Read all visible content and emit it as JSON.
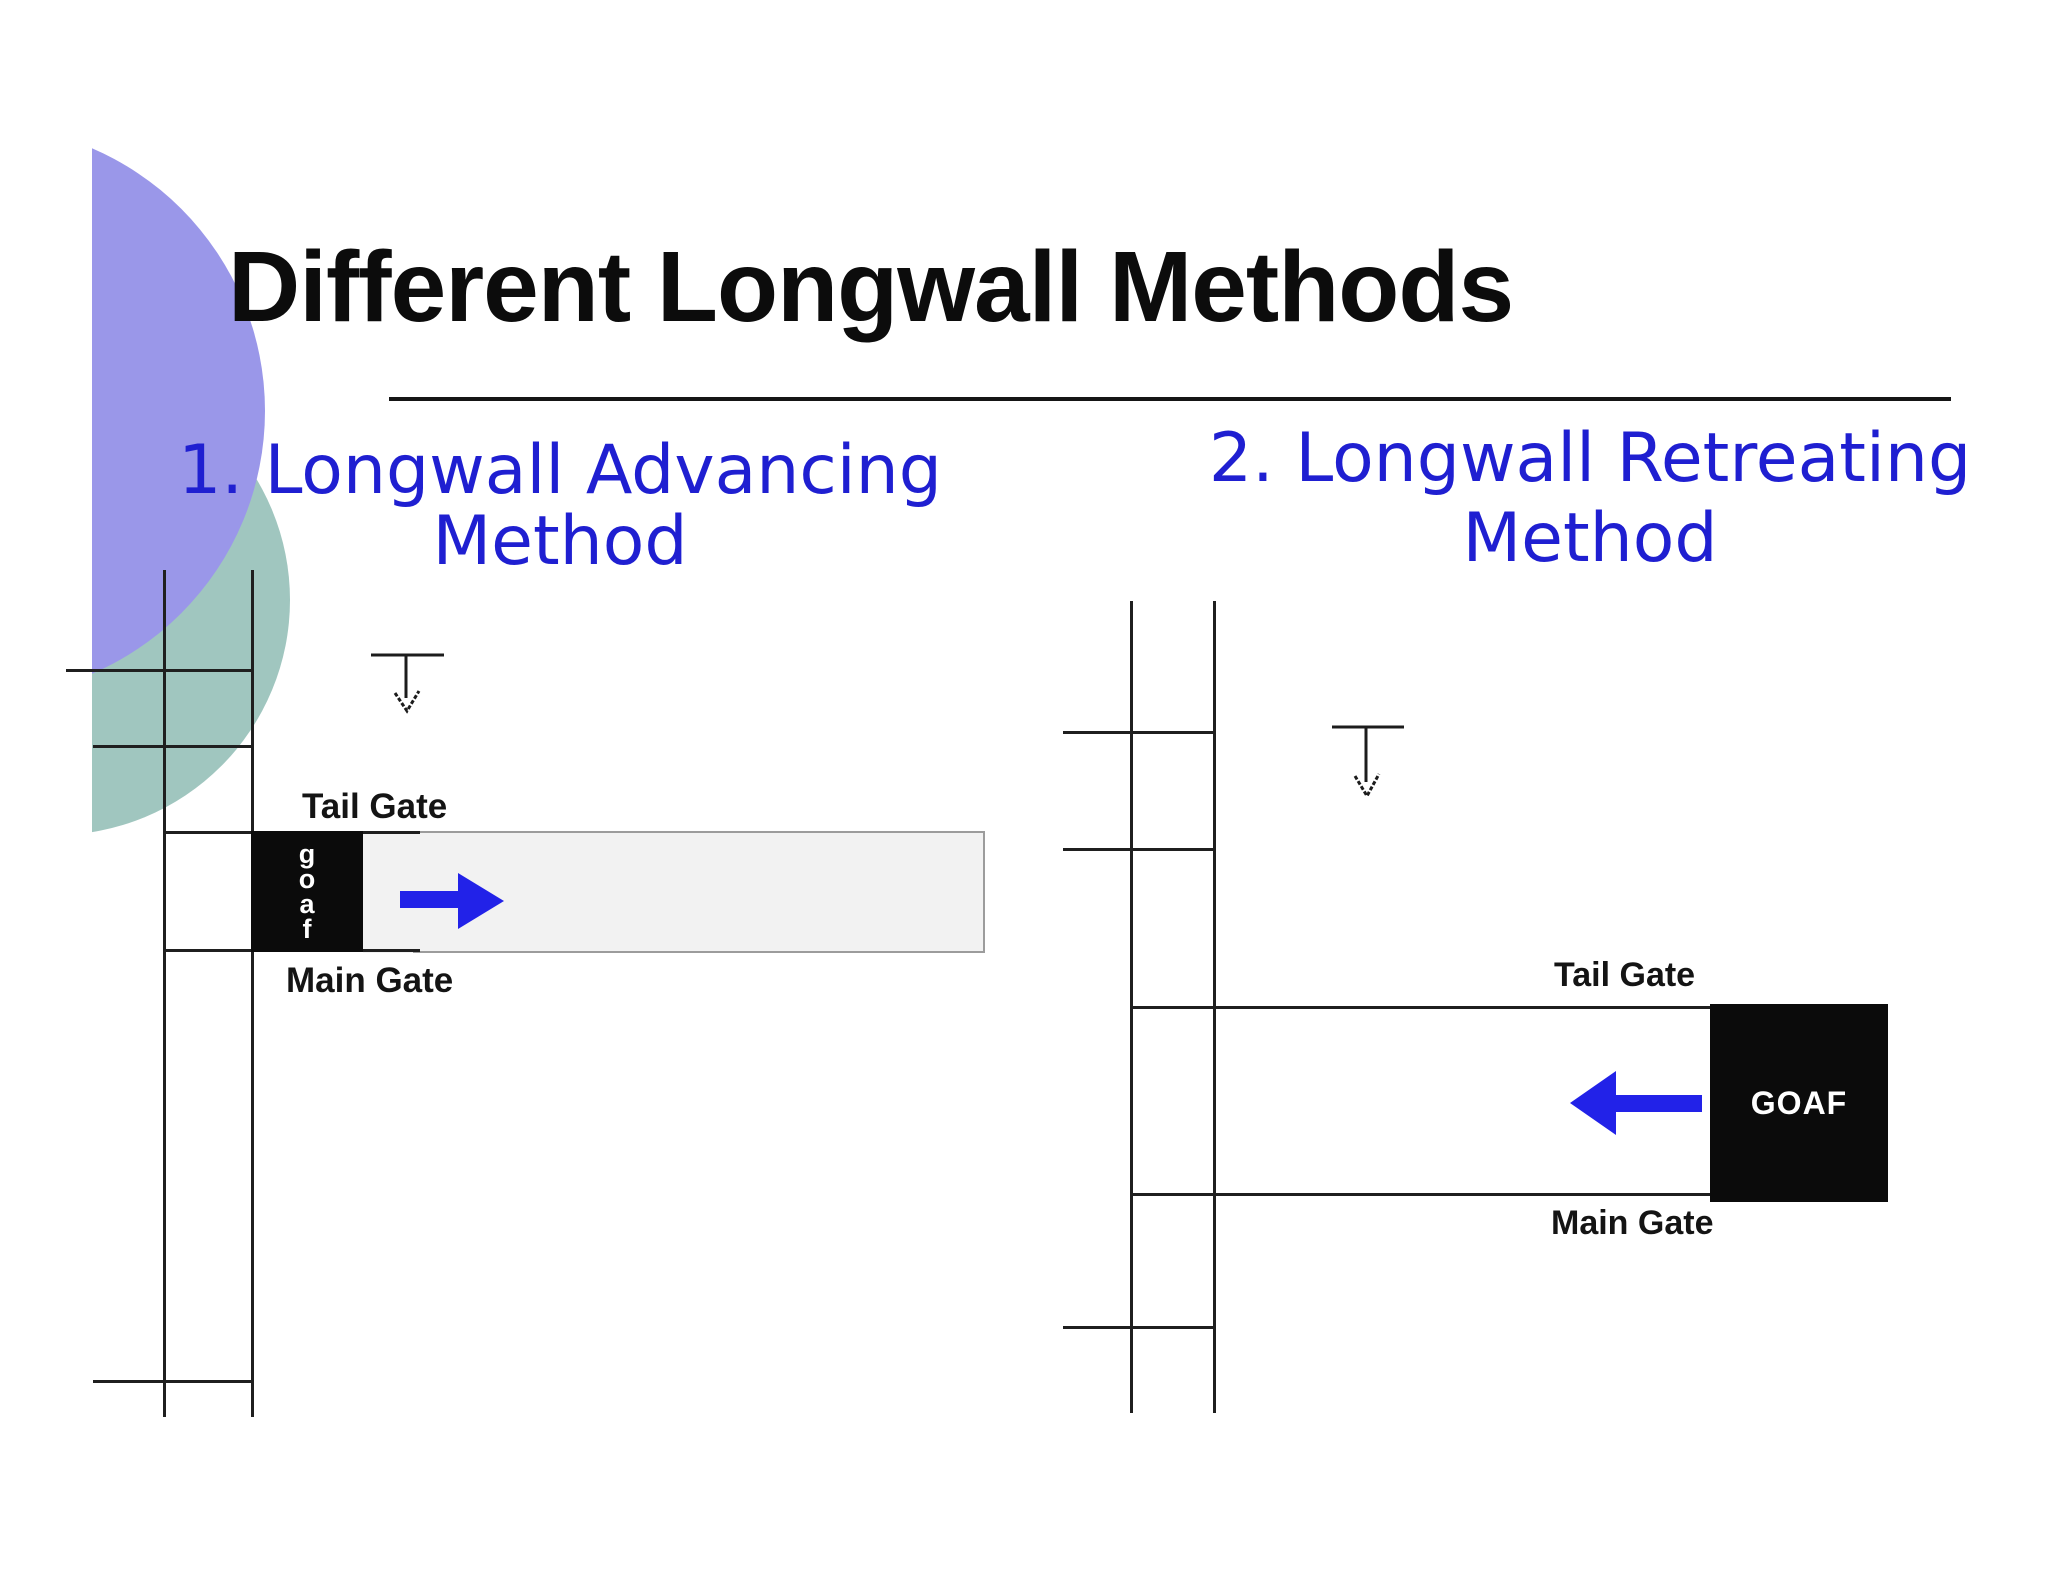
{
  "slide": {
    "title": "Different Longwall Methods",
    "colors": {
      "heading_blue": "#1f1fd1",
      "arrow_blue": "#2222e8",
      "decor_purple": "#9a97e9",
      "decor_teal": "#a0c6bf",
      "goaf_box_black": "#0b0b0b"
    },
    "left_method": {
      "heading_line1": "1. Longwall Advancing",
      "heading_line2": "Method",
      "tail_gate_label": "Tail Gate",
      "main_gate_label": "Main Gate",
      "goaf_letters": [
        "g",
        "o",
        "a",
        "f"
      ],
      "arrow_direction": "right"
    },
    "right_method": {
      "heading_line1": "2. Longwall Retreating",
      "heading_line2": "Method",
      "tail_gate_label": "Tail Gate",
      "main_gate_label": "Main Gate",
      "goaf_label": "GOAF",
      "arrow_direction": "left"
    }
  }
}
